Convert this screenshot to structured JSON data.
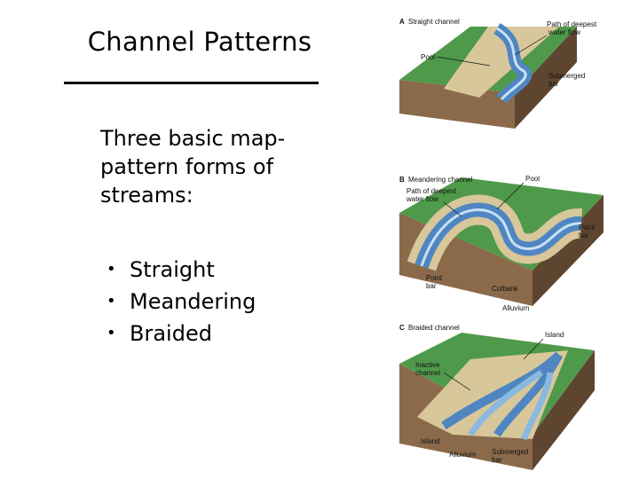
{
  "slide": {
    "title": "Channel Patterns",
    "intro": "Three basic map-pattern forms of streams:",
    "bullets": [
      {
        "label": "Straight"
      },
      {
        "label": "Meandering"
      },
      {
        "label": "Braided"
      }
    ]
  },
  "figure": {
    "panel_a": {
      "letter": "A",
      "name": "Straight channel",
      "labels": {
        "deepest_1": "Path of deepest",
        "deepest_2": "water flow",
        "pool": "Pool",
        "submerged_1": "Submerged",
        "submerged_2": "bar"
      }
    },
    "panel_b": {
      "letter": "B",
      "name": "Meandering channel",
      "labels": {
        "deepest_1": "Path of deepest",
        "deepest_2": "water flow",
        "pool": "Pool",
        "pointbar_r1": "Point",
        "pointbar_r2": "bar",
        "pointbar_l1": "Point",
        "pointbar_l2": "bar",
        "cutbank": "Cutbank",
        "alluvium": "Alluvium"
      }
    },
    "panel_c": {
      "letter": "C",
      "name": "Braided channel",
      "labels": {
        "island_top": "Island",
        "inactive_1": "Inactive",
        "inactive_2": "channel",
        "island_bottom": "Island",
        "alluvium": "Alluvium",
        "submerged_1": "Submerged",
        "submerged_2": "bar"
      }
    },
    "colors": {
      "grass": "#4f9a4a",
      "grass_dark": "#2f6b2e",
      "water": "#8ab8e0",
      "water_dark": "#4f86c2",
      "sand": "#d8c79a",
      "soil": "#8a6a4a",
      "soil_dark": "#5d4530"
    }
  }
}
